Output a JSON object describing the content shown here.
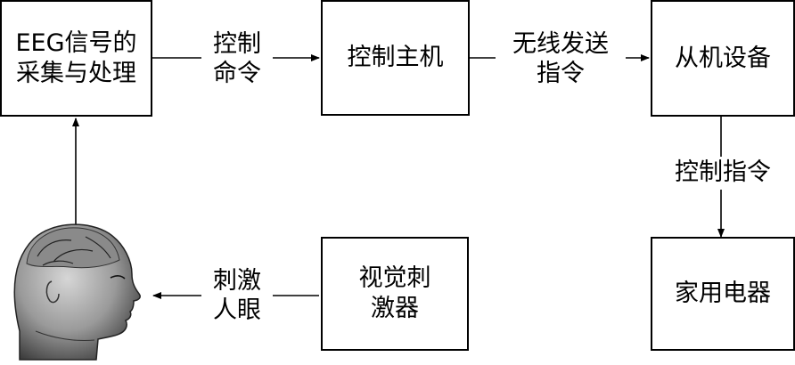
{
  "nodes": {
    "eeg": {
      "line1": "EEG信号的",
      "line2": "采集与处理"
    },
    "host": {
      "label": "控制主机"
    },
    "slave": {
      "label": "从机设备"
    },
    "visual": {
      "line1": "视觉刺",
      "line2": "激器"
    },
    "appliance": {
      "label": "家用电器"
    }
  },
  "edges": {
    "control_cmd": {
      "line1": "控制",
      "line2": "命令"
    },
    "wireless": {
      "line1": "无线发送",
      "line2": "指令"
    },
    "control_instr": {
      "label": "控制指令"
    },
    "stimulate": {
      "line1": "刺激",
      "line2": "人眼"
    }
  },
  "colors": {
    "stroke": "#000000",
    "background": "#ffffff"
  },
  "icons": {
    "head": "human-head-brain-icon"
  }
}
